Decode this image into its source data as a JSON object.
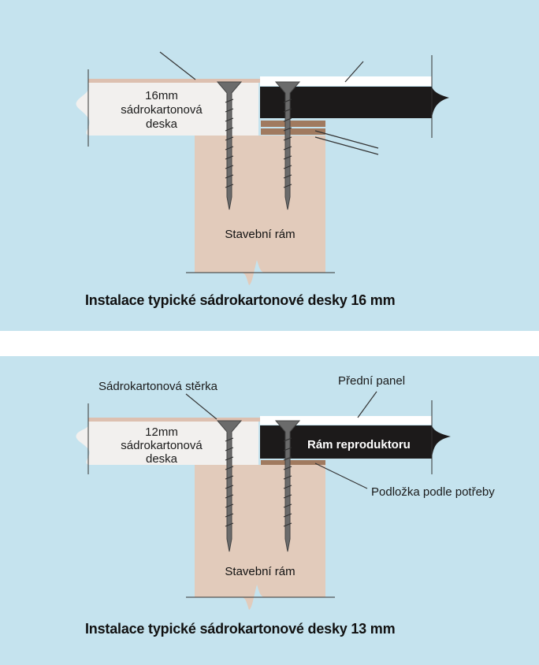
{
  "top": {
    "board_label_1": "16mm",
    "board_label_2": "sádrokartonová",
    "board_label_3": "deska",
    "frame_label": "Stavební rám",
    "caption": "Instalace typické sádrokartonové desky 16 mm"
  },
  "bottom": {
    "compound_label": "Sádrokartonová stěrka",
    "front_panel_label": "Přední panel",
    "board_label_1": "12mm",
    "board_label_2": "sádrokartonová",
    "board_label_3": "deska",
    "speaker_frame_label": "Rám reproduktoru",
    "shim_label": "Podložka podle potřeby",
    "frame_label": "Stavební rám",
    "caption": "Instalace typické sádrokartonové desky 13 mm"
  },
  "colors": {
    "background": "#c5e3ee",
    "stud": "#e2cbbb",
    "drywall": "#f2f0ee",
    "speaker_frame": "#1c1a1a",
    "shim": "#a07a5f",
    "screw": "#6b6b6b",
    "compound": "#ddc0b0"
  }
}
